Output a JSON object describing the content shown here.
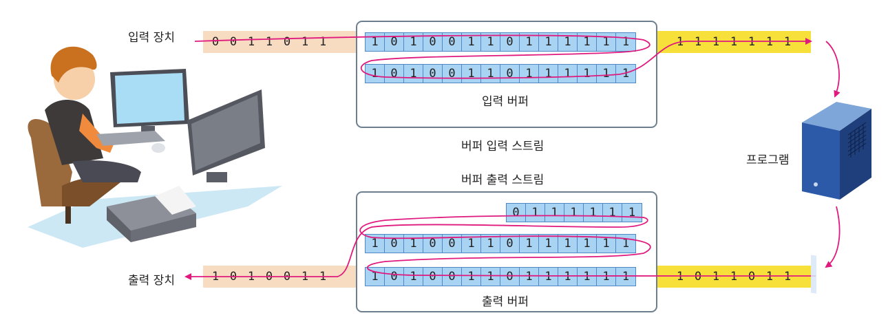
{
  "input_device_label": "입력 장치",
  "output_device_label": "출력 장치",
  "program_label": "프로그램",
  "input_buffer_label": "입력 버퍼",
  "output_buffer_label": "출력 버퍼",
  "buffered_input_stream_label": "버퍼 입력 스트림",
  "buffered_output_stream_label": "버퍼 출력 스트림",
  "input_stream_bits": [
    "0",
    "0",
    "1",
    "1",
    "0",
    "1",
    "1"
  ],
  "input_buffer_row1": [
    "1",
    "0",
    "1",
    "0",
    "0",
    "1",
    "1",
    "0",
    "1",
    "1",
    "1",
    "1",
    "1",
    "1"
  ],
  "input_buffer_row2": [
    "1",
    "0",
    "1",
    "0",
    "0",
    "1",
    "1",
    "0",
    "1",
    "1",
    "1",
    "1",
    "1",
    "1"
  ],
  "program_input_bits": [
    "1",
    "1",
    "1",
    "1",
    "1",
    "1",
    "1"
  ],
  "output_buffer_row1": [
    "0",
    "1",
    "1",
    "1",
    "1",
    "1",
    "1"
  ],
  "output_buffer_row2": [
    "1",
    "0",
    "1",
    "0",
    "0",
    "1",
    "1",
    "0",
    "1",
    "1",
    "1",
    "1",
    "1",
    "1"
  ],
  "output_buffer_row3": [
    "1",
    "0",
    "1",
    "0",
    "0",
    "1",
    "1",
    "0",
    "1",
    "1",
    "1",
    "1",
    "1",
    "1"
  ],
  "output_stream_bits": [
    "1",
    "0",
    "1",
    "0",
    "0",
    "1",
    "1"
  ],
  "program_output_bits": [
    "1",
    "0",
    "1",
    "1",
    "0",
    "1",
    "1"
  ],
  "colors": {
    "input_band": "#f8dcc2",
    "program_band": "#f7e03a",
    "buffer_cell": "#a9d3f3",
    "stream_line": "#e0197e",
    "box_border": "#6d7f8f"
  },
  "icons": {
    "user": "person-at-computer-icon",
    "program": "computer-tower-icon"
  }
}
